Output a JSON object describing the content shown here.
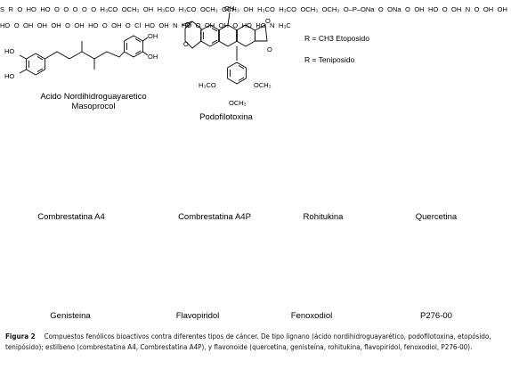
{
  "figure": {
    "caption_label": "Figura 2",
    "caption_text": "Compuestos fenólicos bioactivos contra diferentes tipos de cáncer. De tipo lignano (ácido nordihidroguayarético, podofilotoxina, etopósido, tenipósido); estilbeno (combrestatina A4, Combrestatina A4P), y flavonoide (quercetina, genisteína, rohitukina, flavopiridol, fenoxodiol, P276-00).",
    "etoposide_note": "R = CH3 Etoposido",
    "teniposide_note": "R = Teniposido",
    "compounds": [
      {
        "name": "Acido Nordihidroguayaretico",
        "name2": "Masoprocol"
      },
      {
        "name": "Podofilotoxina"
      },
      {
        "name": "Combrestatina A4"
      },
      {
        "name": "Combrestatina A4P"
      },
      {
        "name": "Rohitukina"
      },
      {
        "name": "Quercetina"
      },
      {
        "name": "Genisteina"
      },
      {
        "name": "Flavopiridol"
      },
      {
        "name": "Fenoxodiol"
      },
      {
        "name": "P276-00"
      }
    ]
  }
}
